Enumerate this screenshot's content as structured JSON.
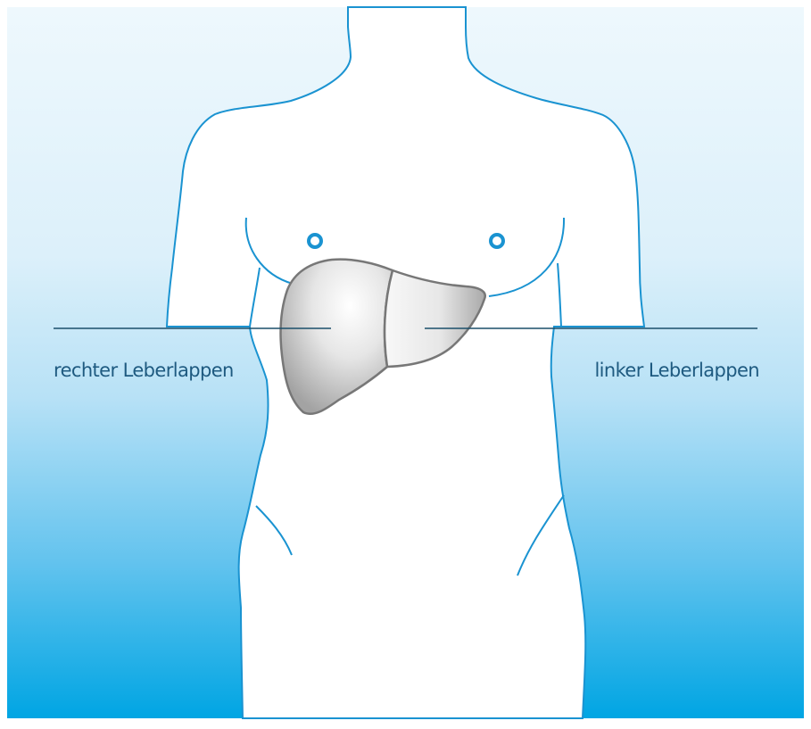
{
  "labels": {
    "right_lobe": "rechter Leberlappen",
    "left_lobe": "linker Leberlappen"
  },
  "colors": {
    "background_top": "#e8f5fc",
    "background_bottom": "#00a7e5",
    "body_outline": "#1a93d1",
    "body_fill": "#ffffff",
    "liver_outline": "#777777",
    "liver_fill_light": "#f4f4f4",
    "liver_fill_dark": "#a8a8a8",
    "leader_line": "#1b4f6a",
    "label_text": "#1e5a80"
  },
  "icons": {
    "nipple": "circle-outline"
  }
}
